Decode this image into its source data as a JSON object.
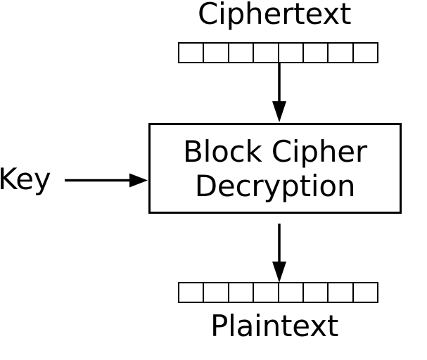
{
  "diagram": {
    "title": "Block Cipher Decryption",
    "type": "block-cipher-decryption-flow",
    "stroke_color": "#000000",
    "background_color": "#ffffff",
    "labels": {
      "ciphertext": "Ciphertext",
      "plaintext": "Plaintext",
      "key": "Key"
    },
    "process_box": {
      "line1": "Block Cipher",
      "line2": "Decryption"
    },
    "ciphertext_block": {
      "cell_count": 8,
      "cells": [
        "",
        "",
        "",
        "",
        "",
        "",
        "",
        ""
      ]
    },
    "plaintext_block": {
      "cell_count": 8,
      "cells": [
        "",
        "",
        "",
        "",
        "",
        "",
        "",
        ""
      ]
    },
    "arrows": [
      {
        "name": "ciphertext-to-cipher",
        "direction": "down",
        "from": "Ciphertext",
        "to": "Block Cipher Decryption"
      },
      {
        "name": "key-to-cipher",
        "direction": "right",
        "from": "Key",
        "to": "Block Cipher Decryption"
      },
      {
        "name": "cipher-to-plaintext",
        "direction": "down",
        "from": "Block Cipher Decryption",
        "to": "Plaintext"
      }
    ]
  }
}
